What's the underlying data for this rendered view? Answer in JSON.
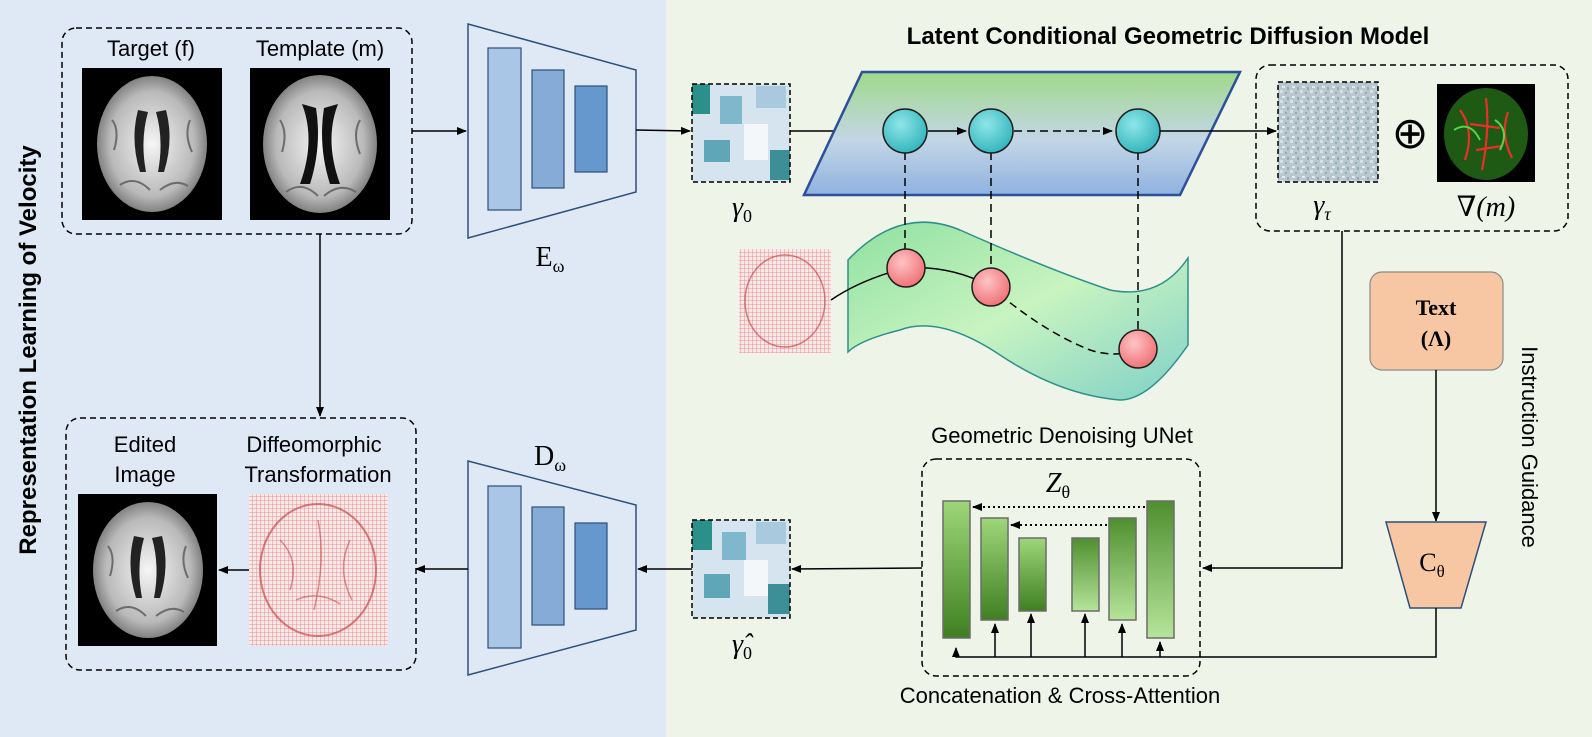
{
  "left_panel": {
    "vertical_title": "Representation Learning of Velocity"
  },
  "right_panel": {
    "title": "Latent Conditional Geometric Diffusion Model",
    "vertical_title": "Instruction Guidance"
  },
  "input_box": {
    "target_label": "Target (f)",
    "template_label": "Template (m)"
  },
  "output_box": {
    "edited_label_line1": "Edited",
    "edited_label_line2": "Image",
    "transform_label_line1": "Diffeomorphic",
    "transform_label_line2": "Transformation"
  },
  "encoder": {
    "label": "E",
    "subscript": "ω"
  },
  "decoder": {
    "label": "D",
    "subscript": "ω"
  },
  "latent_start": {
    "label": "γ",
    "subscript": "0"
  },
  "latent_pred": {
    "label": "γ̂",
    "subscript": "0"
  },
  "latent_noisy": {
    "label": "γ",
    "subscript": "τ"
  },
  "gradient": {
    "label": "∇(m)",
    "operator": "⊕"
  },
  "text_condition": {
    "line1": "Text",
    "line2": "(Λ)"
  },
  "text_encoder": {
    "label": "C",
    "subscript": "θ"
  },
  "unet": {
    "title": "Geometric Denoising UNet",
    "label": "Z",
    "subscript": "θ",
    "caption": "Concatenation & Cross-Attention"
  },
  "colors": {
    "left_bg": "#dfe9f5",
    "right_bg": "#eef4e8",
    "encoder_blocks": [
      "#a9c6e6",
      "#86abd6",
      "#6697cd"
    ],
    "unet_green": "#6fae45",
    "text_box": "#f7c7a3",
    "node_teal": "#48c7cc",
    "node_red": "#f07c80"
  }
}
